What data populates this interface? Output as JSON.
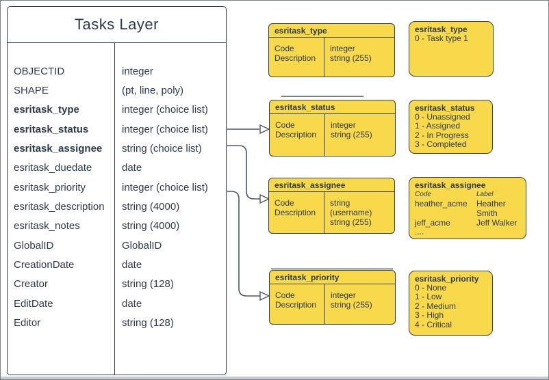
{
  "colors": {
    "box_fill": "#f7d94b",
    "stroke": "#333f4f",
    "connector": "#4a5563",
    "background": "#ffffff"
  },
  "tasks_layer": {
    "title": "Tasks Layer",
    "fields": [
      {
        "name": "OBJECTID",
        "type": "integer"
      },
      {
        "name": "SHAPE",
        "type": "(pt, line, poly)"
      },
      {
        "name": "esritask_type",
        "type": "integer (choice list)"
      },
      {
        "name": "esritask_status",
        "type": "integer (choice list)"
      },
      {
        "name": "esritask_assignee",
        "type": "string (choice list)"
      },
      {
        "name": "esritask_duedate",
        "type": "date"
      },
      {
        "name": "esritask_priority",
        "type": "integer (choice list)"
      },
      {
        "name": "esritask_description",
        "type": "string (4000)"
      },
      {
        "name": "esritask_notes",
        "type": "string (4000)"
      },
      {
        "name": "GlobalID",
        "type": "GlobalID"
      },
      {
        "name": "CreationDate",
        "type": "date"
      },
      {
        "name": "Creator",
        "type": "string (128)"
      },
      {
        "name": "EditDate",
        "type": "date"
      },
      {
        "name": "Editor",
        "type": "string (128)"
      }
    ]
  },
  "domain_tables": [
    {
      "name": "esritask_type",
      "rows": [
        [
          "Code",
          "integer"
        ],
        [
          "Description",
          "string (255)"
        ]
      ]
    },
    {
      "name": "esritask_status",
      "rows": [
        [
          "Code",
          "integer"
        ],
        [
          "Description",
          "string (255)"
        ]
      ]
    },
    {
      "name": "esritask_assignee",
      "rows": [
        [
          "Code",
          "string  (username)"
        ],
        [
          "Description",
          "string (255)"
        ]
      ]
    },
    {
      "name": "esritask_priority",
      "rows": [
        [
          "Code",
          "integer"
        ],
        [
          "Description",
          "string (255)"
        ]
      ]
    }
  ],
  "domain_values": [
    {
      "name": "esritask_type",
      "values": [
        "0 - Task type 1"
      ]
    },
    {
      "name": "esritask_status",
      "values": [
        "0 - Unassigned",
        "1 - Assigned",
        "2 - In Progress",
        "3 - Completed"
      ]
    },
    {
      "name": "esritask_assignee",
      "columns": [
        "Code",
        "Label"
      ],
      "rows": [
        [
          "heather_acme",
          "Heather Smith"
        ],
        [
          "jeff_acme",
          "Jeff Walker"
        ]
      ],
      "ellipsis": "...."
    },
    {
      "name": "esritask_priority",
      "values": [
        "0 - None",
        "1 - Low",
        "2 - Medium",
        "3 - High",
        "4 - Critical"
      ]
    }
  ]
}
